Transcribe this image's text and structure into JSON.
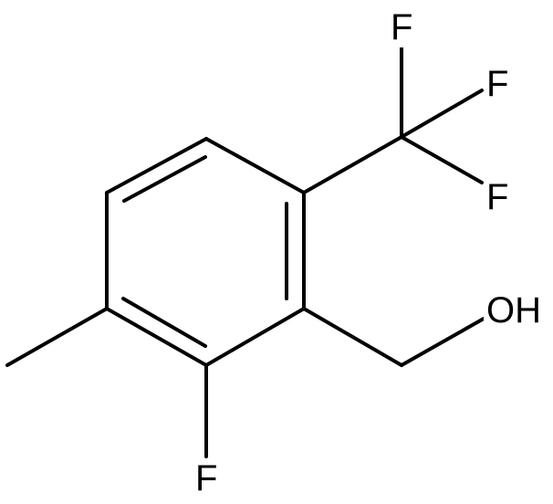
{
  "molecule": {
    "atom_labels": {
      "fluorine_top": "F",
      "fluorine_upper_right": "F",
      "fluorine_right": "F",
      "hydroxyl": "OH",
      "fluorine_ring": "F"
    }
  }
}
